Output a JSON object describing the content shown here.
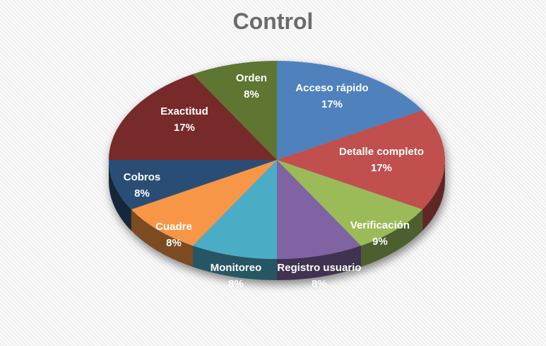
{
  "chart_data": {
    "type": "pie",
    "title": "Control",
    "style": "3d-pie",
    "slices": [
      {
        "label": "Acceso rápido",
        "percent_label": "17%",
        "value": 17,
        "color": "#4f81bd"
      },
      {
        "label": "Detalle completo",
        "percent_label": "17%",
        "value": 17,
        "color": "#c0504d"
      },
      {
        "label": "Verificación",
        "percent_label": "9%",
        "value": 9,
        "color": "#9bbb59"
      },
      {
        "label": "Registro usuario",
        "percent_label": "8%",
        "value": 8,
        "color": "#8064a2"
      },
      {
        "label": "Monitoreo",
        "percent_label": "8%",
        "value": 8,
        "color": "#4bacc6"
      },
      {
        "label": "Cuadre",
        "percent_label": "8%",
        "value": 8,
        "color": "#f79646"
      },
      {
        "label": "Cobros",
        "percent_label": "8%",
        "value": 8,
        "color": "#2c4d75"
      },
      {
        "label": "Exactitud",
        "percent_label": "17%",
        "value": 17,
        "color": "#772c2a"
      },
      {
        "label": "Orden",
        "percent_label": "8%",
        "value": 8,
        "color": "#5f7530"
      }
    ],
    "legend": "none",
    "data_labels": "inside, category name and percentage"
  }
}
